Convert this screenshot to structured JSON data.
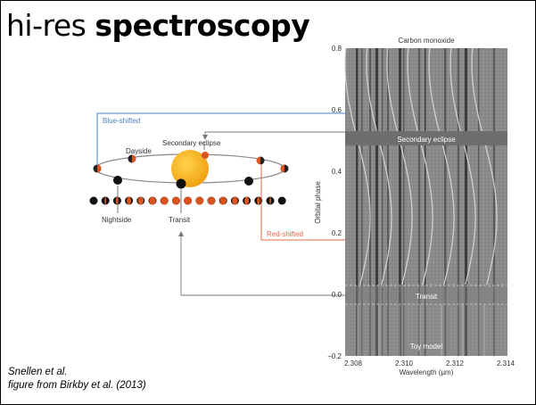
{
  "slide": {
    "title_light": "hi-res ",
    "title_bold": "spectroscopy",
    "credit_line1": "Snellen et al.",
    "credit_line2": "figure from Birkby et al. (2013)"
  },
  "orbit_diagram": {
    "labels": {
      "blue": "Blue-shifted",
      "dayside": "Dayside",
      "secondary": "Secondary eclipse",
      "nightside": "Nightside",
      "transit": "Transit",
      "red": "Red-shifted"
    },
    "colors": {
      "blue_arrow": "#4a7fc1",
      "red_arrow": "#e8684a",
      "star": "#f6b321",
      "planet_day": "#d9541e",
      "gray_arrow": "#777777"
    }
  },
  "panel": {
    "title": "Carbon monoxide",
    "ylabel": "Orbital phase",
    "xlabel": "Wavelength (µm)",
    "yticks": [
      "0.8",
      "0.6",
      "0.4",
      "0.2",
      "0.0",
      "−0.2"
    ],
    "xticks": [
      "2.308",
      "2.310",
      "2.312",
      "2.314"
    ],
    "band_secondary": "Secondary eclipse",
    "band_transit": "Transit",
    "band_toy": "Toy model"
  }
}
